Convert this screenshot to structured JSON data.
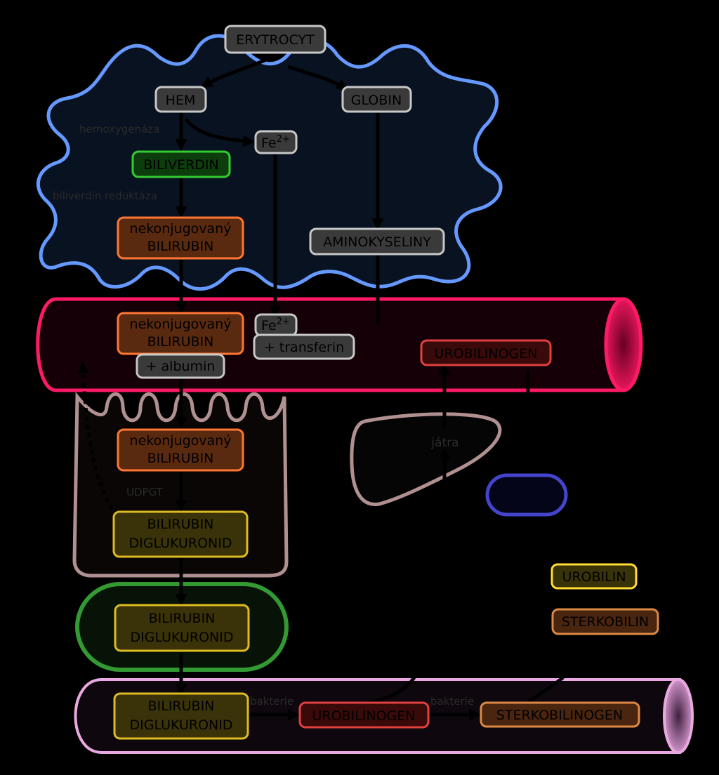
{
  "boxes": {
    "erytrocyt": "ERYTROCYT",
    "hem": "HEM",
    "globin": "GLOBIN",
    "fe1_base": "Fe",
    "fe1_sup": "2+",
    "biliverdin": "BILIVERDIN",
    "unconj1_l1": "nekonjugovaný",
    "unconj1_l2": "BILIRUBIN",
    "aminokyseliny": "AMINOKYSELINY",
    "unconj2_l1": "nekonjugovaný",
    "unconj2_l2": "BILIRUBIN",
    "fe2_base": "Fe",
    "fe2_sup": "2+",
    "transferin": "+ transferin",
    "albumin": "+ albumin",
    "urobilinogen_blood": "UROBILINOGEN",
    "unconj3_l1": "nekonjugovaný",
    "unconj3_l2": "BILIRUBIN",
    "dig1_l1": "BILIRUBIN",
    "dig1_l2": "DIGLUKURONID",
    "dig2_l1": "BILIRUBIN",
    "dig2_l2": "DIGLUKURONID",
    "dig3_l1": "BILIRUBIN",
    "dig3_l2": "DIGLUKURONID",
    "urobilinogen_gut": "UROBILINOGEN",
    "sterkobilinogen": "STERKOBILINOGEN",
    "urobilin": "UROBILIN",
    "sterkobilin": "STERKOBILIN"
  },
  "notes": {
    "hemoxygenaza": "hemoxygenáza",
    "biliverdin_reduktaza": "biliverdin reduktáza",
    "udpgt": "UDPGT",
    "jatra": "játra",
    "bakterie1": "bakterie",
    "bakterie2": "bakterie"
  },
  "colors": {
    "macrophage": "#6699ff",
    "blood_vessel": "#ff1a66",
    "liver_cell": "#b09090",
    "bile": "#339933",
    "intestine": "#e8a8e0",
    "kidney": "#4444cc",
    "gray_box": "#c8c8c8",
    "green_box": "#33cc33",
    "orange_box": "#ff7733",
    "yellow_box": "#ddbb22",
    "red_box": "#e04040"
  }
}
